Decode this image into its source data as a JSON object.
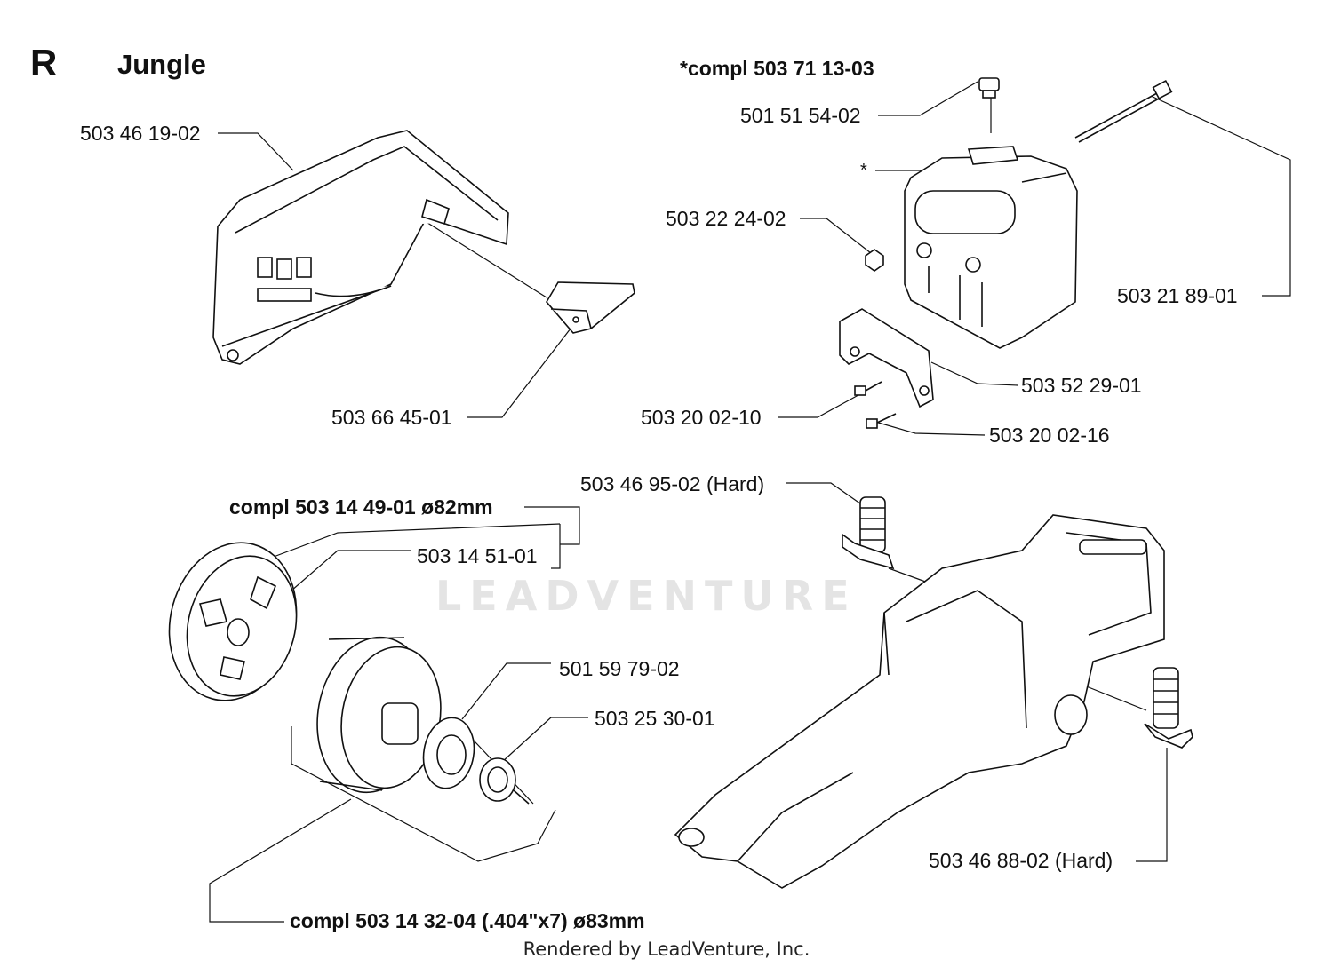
{
  "header": {
    "section_letter": "R",
    "section_title": "Jungle"
  },
  "parts": {
    "p1": "503 46 19-02",
    "p2": "503 66 45-01",
    "p3": "*compl 503 71 13-03",
    "p4": "501 51 54-02",
    "p5": "*",
    "p6": "503 22 24-02",
    "p7": "503 21 89-01",
    "p8": "503 52 29-01",
    "p9": "503 20 02-10",
    "p10": "503 20 02-16",
    "p11": "503 46 95-02 (Hard)",
    "p12": "compl 503 14 49-01 ø82mm",
    "p13": "503 14 51-01",
    "p14": "501 59 79-02",
    "p15": "503 25 30-01",
    "p16": "503 46 88-02 (Hard)",
    "p17": "compl 503 14 32-04 (.404\"x7) ø83mm"
  },
  "watermark": {
    "text": "LEADVENTURE"
  },
  "footer": {
    "text": "Rendered by LeadVenture, Inc."
  }
}
